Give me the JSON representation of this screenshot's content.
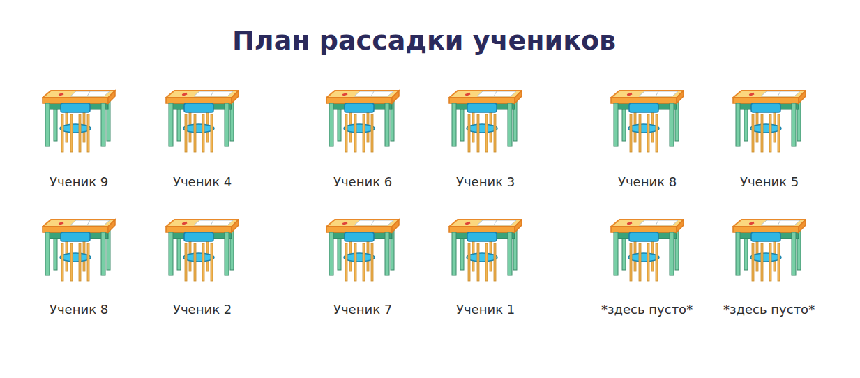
{
  "diagram": {
    "title": "План рассадки учеников",
    "labels": [
      "Ученик 9",
      "Ученик 4",
      "Ученик 6",
      "Ученик 3",
      "Ученик 8",
      "Ученик 5",
      "Ученик 8",
      "Ученик 2",
      "Ученик 7",
      "Ученик 1",
      "*здесь пусто*",
      "*здесь пусто*"
    ]
  }
}
